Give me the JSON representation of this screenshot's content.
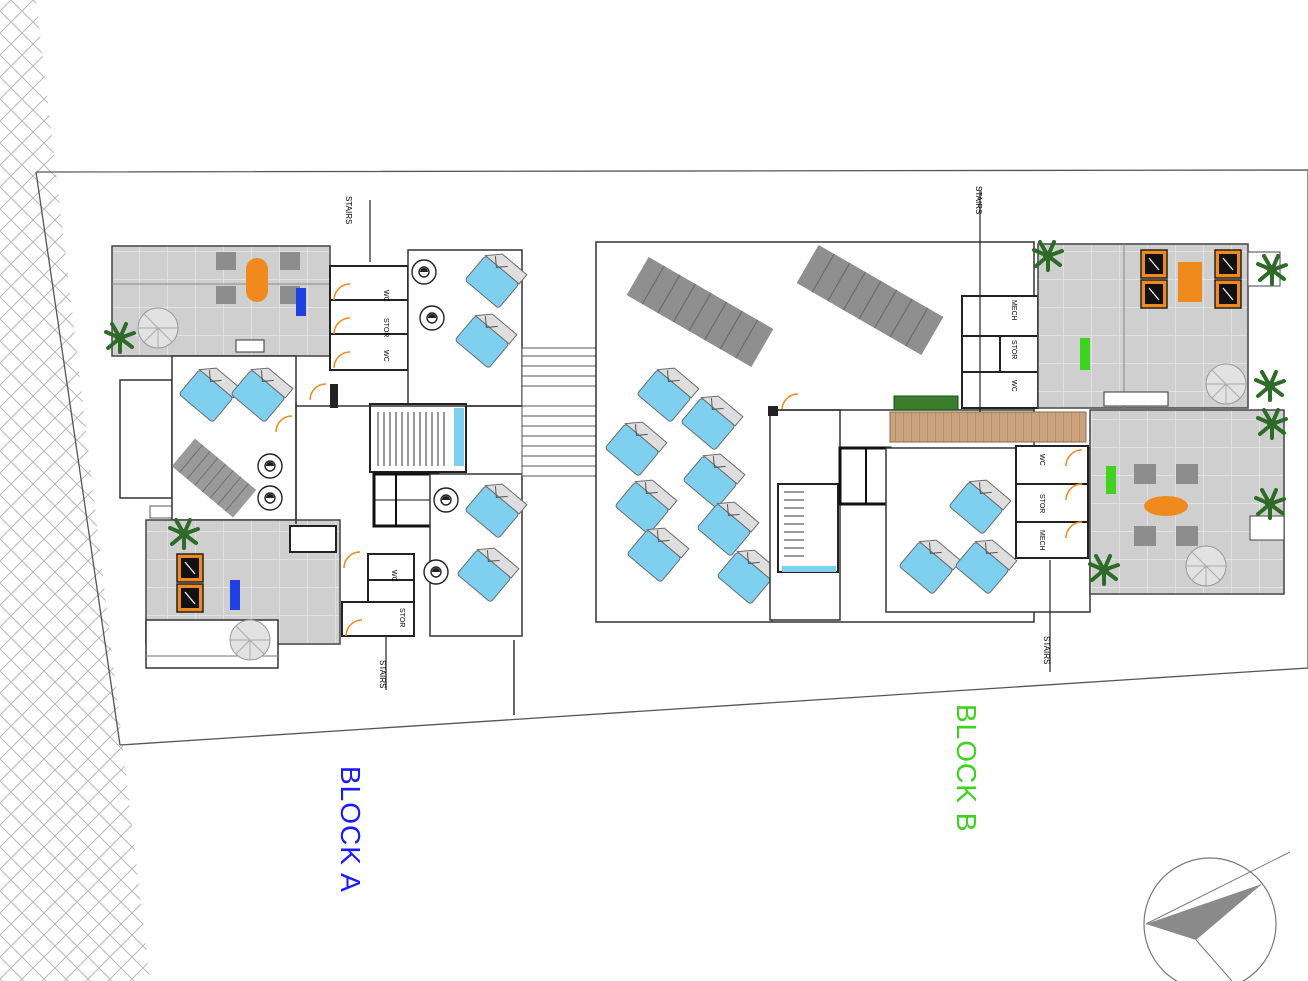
{
  "blocks": {
    "a": {
      "label": "BLOCK A",
      "color": "#1a1aff"
    },
    "b": {
      "label": "BLOCK B",
      "color": "#3fd21e"
    }
  },
  "rooms": {
    "wc": "WC",
    "stor": "STOR",
    "mech": "MECH"
  },
  "annotations": {
    "stair_stamp": "STAIRS"
  },
  "colors": {
    "wall": "#111111",
    "terrace": "#cfcfcf",
    "pool_water": "#7fd0ee",
    "accent_orange": "#f08a1c",
    "planter_green": "#3a7d2c",
    "timber": "#c9a27e",
    "hatch": "#9a9a9a"
  }
}
